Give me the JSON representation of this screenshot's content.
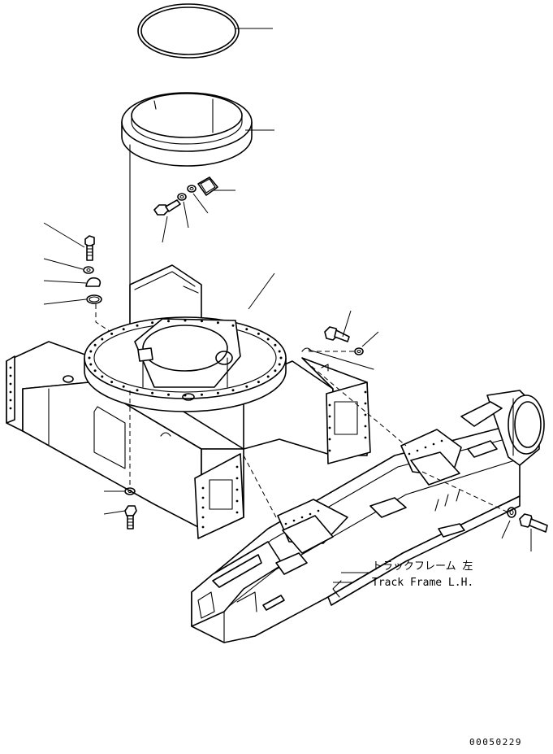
{
  "diagram": {
    "label_jp": "トラックフレーム 左",
    "label_en": "Track Frame L.H.",
    "drawing_number": "00050229"
  },
  "parts": [
    {
      "id": "o-ring",
      "kind": "seal ring"
    },
    {
      "id": "swing-circle-ring",
      "kind": "ring"
    },
    {
      "id": "shim-plate",
      "kind": "plate"
    },
    {
      "id": "ring-bolt",
      "kind": "bolt"
    },
    {
      "id": "ring-washer-1",
      "kind": "washer"
    },
    {
      "id": "ring-washer-2",
      "kind": "washer"
    },
    {
      "id": "left-bolt",
      "kind": "bolt"
    },
    {
      "id": "left-washer",
      "kind": "washer"
    },
    {
      "id": "left-cap",
      "kind": "cap"
    },
    {
      "id": "left-o-ring",
      "kind": "o-ring"
    },
    {
      "id": "revolving-frame-mount",
      "kind": "mount"
    },
    {
      "id": "right-bolt",
      "kind": "bolt"
    },
    {
      "id": "right-washer",
      "kind": "washer"
    },
    {
      "id": "lower-washer",
      "kind": "washer"
    },
    {
      "id": "lower-bolt",
      "kind": "bolt"
    },
    {
      "id": "track-frame-washer",
      "kind": "washer"
    },
    {
      "id": "track-frame-bolt",
      "kind": "bolt"
    }
  ]
}
